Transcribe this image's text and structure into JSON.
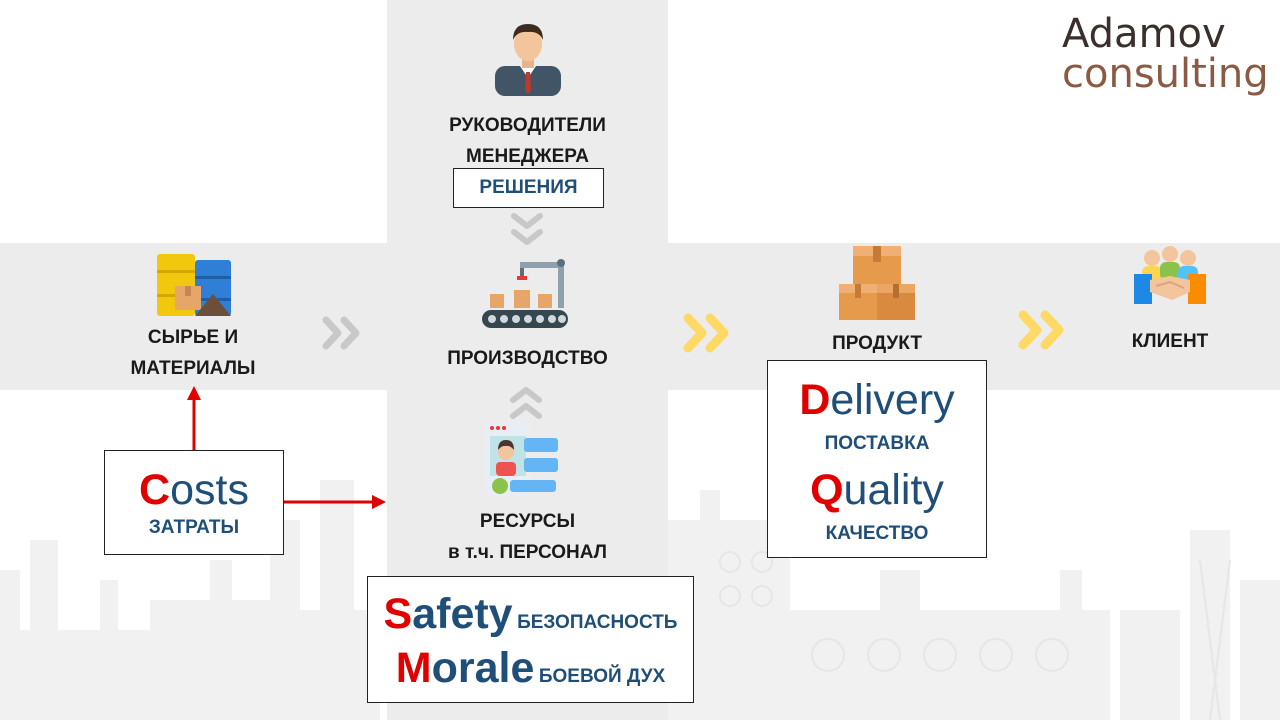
{
  "logo": {
    "line1": "Adamov",
    "line2": "consulting"
  },
  "managers": {
    "label_line1": "РУКОВОДИТЕЛИ",
    "label_line2": "МЕНЕДЖЕРА",
    "box": "РЕШЕНИЯ",
    "icon": "manager-icon"
  },
  "raw": {
    "label_line1": "СЫРЬЕ И",
    "label_line2": "МАТЕРИАЛЫ",
    "icon": "barrels-icon"
  },
  "production": {
    "label": "ПРОИЗВОДСТВО",
    "icon": "conveyor-icon"
  },
  "product": {
    "label": "ПРОДУКТ",
    "icon": "boxes-icon"
  },
  "client": {
    "label": "КЛИЕНТ",
    "icon": "handshake-icon"
  },
  "resources": {
    "label_line1": "РЕСУРСЫ",
    "label_line2": "в т.ч. ПЕРСОНАЛ",
    "icon": "personnel-icon"
  },
  "costs": {
    "initial": "C",
    "rest": "osts",
    "sub": "ЗАТРАТЫ"
  },
  "delivery_quality": {
    "d_initial": "D",
    "d_rest": "elivery",
    "d_sub": "ПОСТАВКА",
    "q_initial": "Q",
    "q_rest": "uality",
    "q_sub": "КАЧЕСТВО"
  },
  "safety_morale": {
    "s_initial": "S",
    "s_rest": "afety",
    "s_sub": "БЕЗОПАСНОСТЬ",
    "m_initial": "M",
    "m_rest": "orale",
    "m_sub": "БОЕВОЙ ДУХ"
  },
  "colors": {
    "accent_red": "#e00000",
    "text_blue": "#1f4e79",
    "band_gray": "#ececec",
    "arrow_yellow": "#ffd966",
    "arrow_gray": "#c8c8c8"
  }
}
